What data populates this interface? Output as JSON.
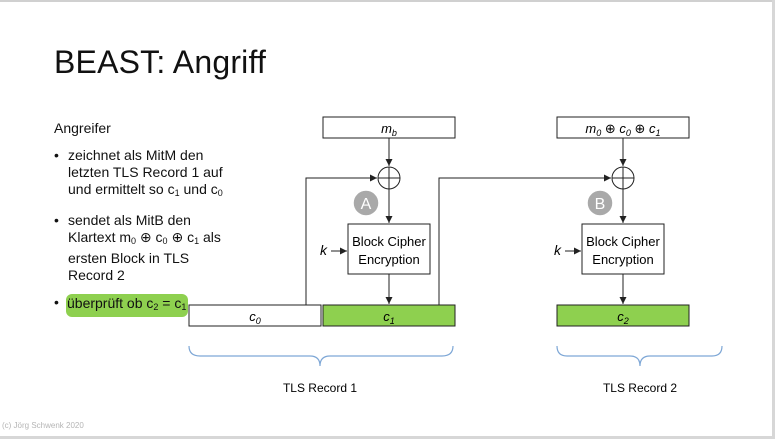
{
  "title": "BEAST: Angriff",
  "left": {
    "heading": "Angreifer",
    "bullet1": {
      "pre": "zeichnet als MitM den letzten TLS Record 1 auf und ermittelt so c",
      "sub1": "1",
      "mid": " und c",
      "sub2": "0"
    },
    "bullet2": {
      "pre": "sendet als MitB den Klartext m",
      "s1": "0",
      "a": " ⊕ c",
      "s2": "0",
      "b": " ⊕ c",
      "s3": "1",
      "post": " als ersten Block in TLS Record 2"
    },
    "bullet3": {
      "pre": "überprüft ob c",
      "s1": "2",
      "mid": " = c",
      "s2": "1"
    }
  },
  "diagram": {
    "mb_base": "m",
    "mb_sub": "b",
    "m0c0c1": {
      "m": "m",
      "ms": "0",
      "x1": " ⊕ ",
      "c0": "c",
      "c0s": "0",
      "x2": " ⊕ ",
      "c1": "c",
      "c1s": "1"
    },
    "marker_a": "A",
    "marker_b": "B",
    "cipher_line1": "Block Cipher",
    "cipher_line2": "Encryption",
    "key": "k",
    "c0_base": "c",
    "c0_sub": "0",
    "c1_base": "c",
    "c1_sub": "1",
    "c2_base": "c",
    "c2_sub": "2",
    "record1": "TLS Record 1",
    "record2": "TLS Record 2",
    "colors": {
      "green": "#8ed04f",
      "marker": "#a9a9a9"
    }
  },
  "footer": "(c) Jörg Schwenk 2020"
}
